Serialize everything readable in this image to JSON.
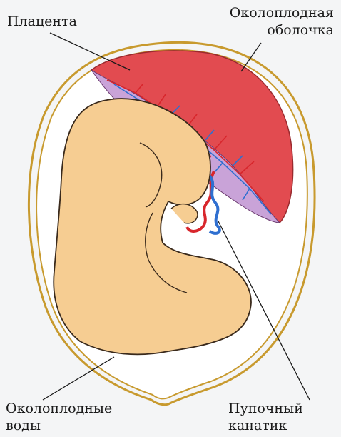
{
  "labels": {
    "placenta": "Плацента",
    "membrane_line1": "Околоплодная",
    "membrane_line2": "оболочка",
    "fluid_line1": "Околоплодные",
    "fluid_line2": "воды",
    "cord_line1": "Пупочный",
    "cord_line2": "канатик"
  },
  "colors": {
    "membrane_outline": "#c89a2e",
    "placenta_fill": "#e24b50",
    "placenta_inner": "#c9a3d8",
    "fetus_fill": "#f6cd92",
    "fetus_outline": "#3a2a1c",
    "vessel_red": "#d8262c",
    "vessel_blue": "#2f6fd0",
    "leader_line": "#1a1a1a"
  }
}
